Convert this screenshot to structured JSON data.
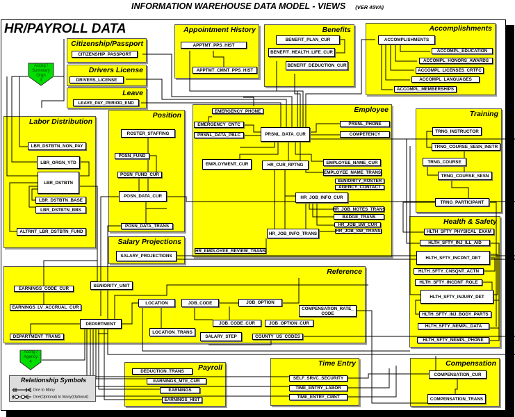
{
  "header": {
    "title": "INFORMATION WAREHOUSE DATA MODEL - VIEWS",
    "version": "(VER 45VA)"
  },
  "section_title": "HR/PAYROLL DATA",
  "colors": {
    "group": "#ffff00",
    "external": "#00dd00",
    "legend": "#dddddd"
  },
  "groups": [
    {
      "title": "Citizenship/Passport",
      "tables": [
        "CITIZENSHIP_PASSPORT"
      ]
    },
    {
      "title": "Drivers License",
      "tables": [
        "DRIVERS_LICENSE"
      ]
    },
    {
      "title": "Leave",
      "tables": [
        "LEAVE_PAY_PERIOD_END"
      ]
    },
    {
      "title": "Appointment  History",
      "tables": [
        "APPTMT_PPS_HIST",
        "APPTMT_CMNT_PPS_HIST"
      ]
    },
    {
      "title": "Benefits",
      "tables": [
        "BENEFIT_PLAN_CUR",
        "BENEFIT_HEALTH_LIFE_CUR",
        "BENEFIT_DEDUCTION_CUR"
      ]
    },
    {
      "title": "Accomplishments",
      "tables": [
        "ACCOMPLISHMENTS",
        "ACCOMPL_EDUCATION",
        "ACCOMPL_HONORS_AWARDS",
        "ACCOMPL_LICENSES_CRTFC",
        "ACCOMPL_LANGUAGES",
        "ACCOMPL_MEMBERSHIPS"
      ]
    },
    {
      "title": "Labor Distribution",
      "tables": [
        "LBR_DSTBTN_NON_PAY",
        "LBR_ORGN_YTD",
        "LBR_DSTBTN",
        "LBR_DSTBTN_BASE",
        "LBR_DSTBTN_BBS",
        "ALTRNT_LBR_DSTBTN_FUND"
      ]
    },
    {
      "title": "Position",
      "tables": [
        "ROSTER_STAFFING",
        "POSN_FUND",
        "POSN_FUND_CUR",
        "POSN_DATA_CUR",
        "POSN_DATA_TRANS"
      ]
    },
    {
      "title": "Salary Projections",
      "tables": [
        "SALARY_PROJECTIONS"
      ]
    },
    {
      "title": "Employee",
      "tables": [
        "EMERGENCY_PHONE",
        "EMERGENCY_CNTC",
        "PRSNL_DATA_PBLC",
        "PRSNL_DATA_CUR",
        "PRSNL_PHONE",
        "COMPETENCY",
        "EMPLOYMENT_CUR",
        "HR_CUR_RPTNG",
        "EMPLOYEE_NAME_CUR",
        "EMPLOYEE_NAME_TRANS",
        "SENIORITY_ROSTER",
        "AGENCY_CONTACT",
        "HR_JOB_INFO_CUR",
        "HR_JOB_NOTES_TRANS",
        "BADGE_TRANS",
        "HR_JOB_SW_CUR",
        "HR_JOB_SW_TRANS",
        "HR_JOB_INFO_TRANS",
        "HR_EMPLOYEE_REVIEW_TRANS"
      ]
    },
    {
      "title": "Training",
      "tables": [
        "TRNG_INSTRUCTOR",
        "TRNG_COURSE_SESN_INSTR",
        "TRNG_COURSE",
        "TRNG_COURSE_SESN",
        "TRNG_PARTICIPANT"
      ]
    },
    {
      "title": "Health & Safety",
      "tables": [
        "HLTH_SFTY_PHYSICAL_EXAM",
        "HLTH_SFTY_INJ_ILL_AID",
        "HLTH_SFTY_INCDNT_DET",
        "HLTH_SFTY_CNSQNT_ACTN",
        "HLTH_SFTY_INCDNT_ROLE",
        "HLTH_SFTY_INJURY_DET",
        "HLTH_SFTY_INJ_BODY_PARTS",
        "HLTH_SFTY_NEMPL_DATA",
        "HLTH_SFTY_NEMPL_PHONE"
      ]
    },
    {
      "title": "Reference",
      "tables": [
        "EARNINGS_CODE_CUR",
        "EARNINGS_LV_ACCRUAL_CUR",
        "DEPARTMENT_TRANS",
        "SENIORITY_UNIT",
        "DEPARTMENT",
        "LOCATION",
        "LOCATION_TRANS",
        "JOB_CODE",
        "JOB_OPTION",
        "JOB_CODE_CUR",
        "JOB_OPTION_CUR",
        "COMPENSATION_RATE_\nCODE",
        "SALARY_STEP",
        "COUNTY_US_CODES"
      ]
    },
    {
      "title": "Payroll",
      "tables": [
        "DEDUCTION_TRANS",
        "EARNINGS_MTE_CUR",
        "EARNINGS",
        "EARNINGS_HIST"
      ]
    },
    {
      "title": "Time Entry",
      "tables": [
        "SELF_SRVC_SECURITY",
        "TIME_ENTRY_LABOR",
        "TIME_ENTRY_CMNT"
      ]
    },
    {
      "title": "Compensation",
      "tables": [
        "COMPENSATION_CUR",
        "COMPENSATION_TRANS"
      ]
    }
  ],
  "external": [
    {
      "label": "Accng /\nSummary\nOrgn\n3"
    },
    {
      "label": "Accng /\nAgency\n4"
    }
  ],
  "legend": {
    "title": "Relationship Symbols",
    "one_to_many": "One to Many",
    "optional": "One(Optional) to Many(Optional)"
  }
}
